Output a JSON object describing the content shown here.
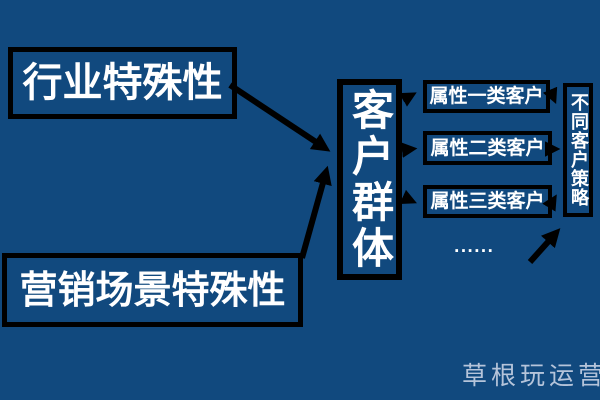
{
  "canvas": {
    "bg_color": "#11497e",
    "line_color": "#000000",
    "text_color": "#ffffff"
  },
  "nodes": {
    "industry": {
      "label": "行业特殊性"
    },
    "marketing": {
      "label": "营销场景特殊性"
    },
    "customer_group": {
      "label": "客户群体"
    },
    "type1": {
      "label": "属性一类客户"
    },
    "type2": {
      "label": "属性二类客户"
    },
    "type3": {
      "label": "属性三类客户"
    },
    "strategy": {
      "label": "不同客户策略"
    },
    "ellipsis": {
      "label": "......"
    }
  },
  "watermark": {
    "label": "草根玩运营",
    "color": "#b5c4da"
  }
}
